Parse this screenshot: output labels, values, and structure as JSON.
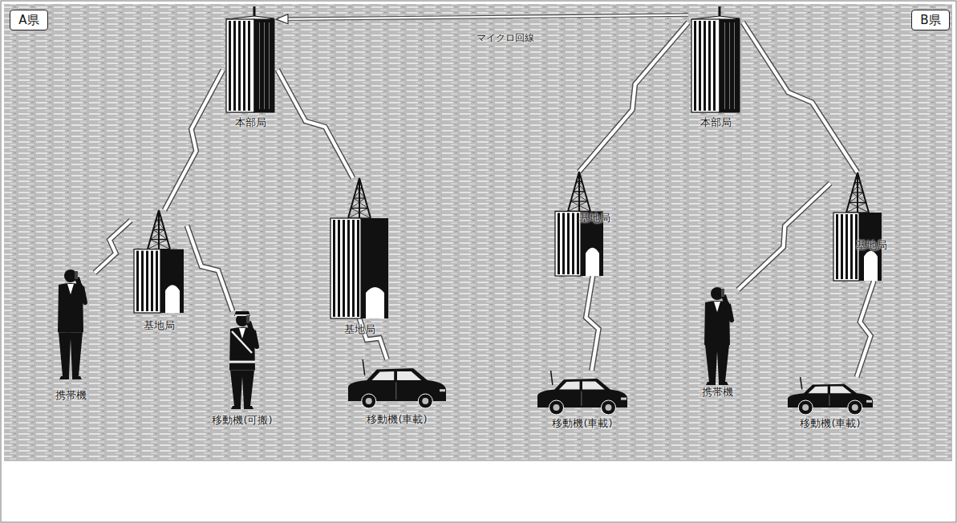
{
  "diagram": {
    "nodes": [
      {
        "text": [
          "A県"
        ]
      },
      {
        "text": [
          "B県"
        ]
      },
      {
        "text": [
          "本部局"
        ]
      },
      {
        "text": [
          "基地局"
        ]
      },
      {
        "text": [
          "基地局"
        ]
      },
      {
        "text": [
          "携帯機"
        ]
      },
      {
        "text": [
          "移動機(可搬)"
        ]
      },
      {
        "text": [
          "移動機(車載)"
        ]
      },
      {
        "text": [
          "本部局"
        ]
      },
      {
        "text": [
          "基地局"
        ]
      },
      {
        "text": [
          "基地局"
        ]
      },
      {
        "text": [
          "移動機(車載)"
        ]
      },
      {
        "text": [
          "携帯機"
        ]
      },
      {
        "text": [
          "移動機(車載)"
        ]
      }
    ],
    "edges": [
      {
        "from": 8,
        "to": 2,
        "arrow": "to",
        "label": "マイクロ回線"
      },
      {
        "from": 2,
        "to": 3,
        "arrow": "none"
      },
      {
        "from": 3,
        "to": 5,
        "arrow": "none"
      },
      {
        "from": 3,
        "to": 6,
        "arrow": "none"
      },
      {
        "from": 2,
        "to": 4,
        "arrow": "none"
      },
      {
        "from": 4,
        "to": 7,
        "arrow": "none"
      },
      {
        "from": 8,
        "to": 9,
        "arrow": "none"
      },
      {
        "from": 8,
        "to": 10,
        "arrow": "none"
      },
      {
        "from": 10,
        "to": 12,
        "arrow": "none"
      },
      {
        "from": 9,
        "to": 11,
        "arrow": "none"
      },
      {
        "from": 10,
        "to": 13,
        "arrow": "none"
      }
    ]
  }
}
